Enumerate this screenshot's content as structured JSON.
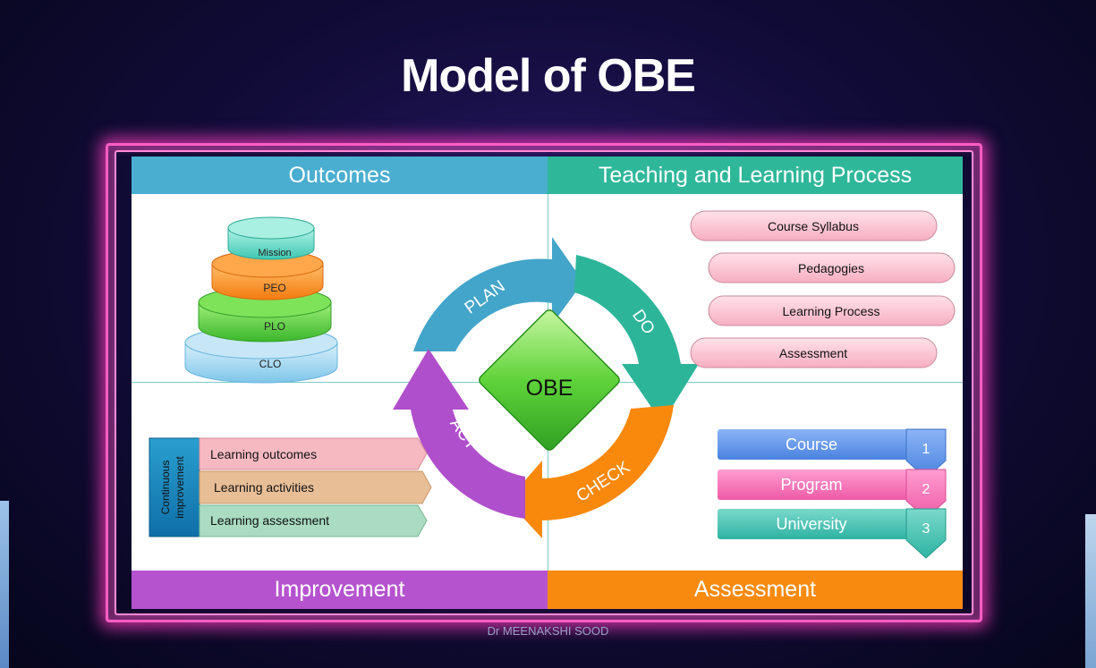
{
  "title": "Model of OBE",
  "quadrants": {
    "outcomes": "Outcomes",
    "teaching": "Teaching and Learning Process",
    "improvement": "Improvement",
    "assessment": "Assessment"
  },
  "pyramid": [
    "Mission",
    "PEO",
    "PLO",
    "CLO"
  ],
  "cycle": {
    "center": "OBE",
    "plan": "PLAN",
    "do": "DO",
    "check": "CHECK",
    "act": "ACT"
  },
  "process_items": [
    "Course Syllabus",
    "Pedagogies",
    "Learning Process",
    "Assessment"
  ],
  "improvement": {
    "side_label_1": "Continuous",
    "side_label_2": "improvement",
    "items": [
      "Learning outcomes",
      "Learning activities",
      "Learning assessment"
    ]
  },
  "assessment_levels": [
    {
      "label": "Course",
      "num": "1"
    },
    {
      "label": "Program",
      "num": "2"
    },
    {
      "label": "University",
      "num": "3"
    }
  ],
  "footer": "Dr MEENAKSHI SOOD",
  "colors": {
    "plan": "#43a5c9",
    "do": "#2db59a",
    "check": "#f8890d",
    "act": "#b04fcb",
    "frame": "#ff4fc0"
  }
}
